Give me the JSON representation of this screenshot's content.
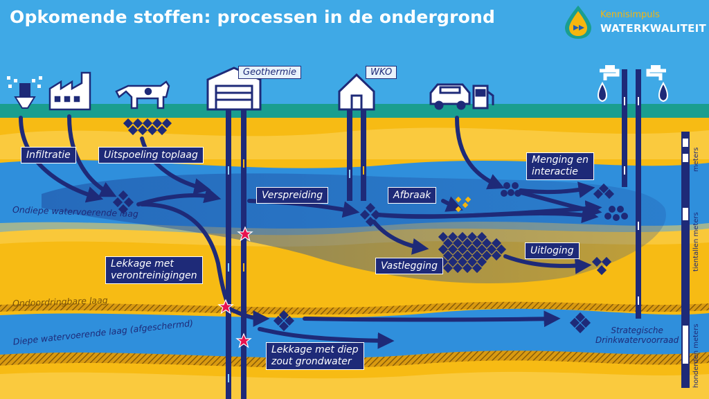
{
  "title": "Opkomende stoffen: processen in de ondergrond",
  "logo": {
    "line1": "Kennisimpuls",
    "line2": "WATERKWALITEIT"
  },
  "sublabels": {
    "geothermie": "Geothermie",
    "wko": "WKO"
  },
  "process_labels": {
    "infiltratie": "Infiltratie",
    "uitspoeling": "Uitspoeling toplaag",
    "verspreiding": "Verspreiding",
    "afbraak": "Afbraak",
    "menging_l1": "Menging en",
    "menging_l2": "interactie",
    "vastlegging": "Vastlegging",
    "uitloging": "Uitloging",
    "lekkage_l1": "Lekkage met",
    "lekkage_l2": "verontreinigingen",
    "lekkage_diep_l1": "Lekkage met diep",
    "lekkage_diep_l2": "zout grondwater"
  },
  "layers": {
    "ondiep": "Ondiepe watervoerende laag",
    "ondoordringbaar": "Ondoordringbare laag",
    "diep": "Diepe watervoerende laag (afgeschermd)",
    "strategisch_l1": "Strategische",
    "strategisch_l2": "Drinkwatervoorraad"
  },
  "scale": {
    "meters": "meters",
    "tientallen": "tientallen meters",
    "honderden": "honderden meters"
  },
  "colors": {
    "navy": "#1e2a78",
    "sky": "#3fa9e6",
    "ground": "#f7bb14",
    "water": "#2f8fdc",
    "red": "#e8124f",
    "teal": "#1a9e8f",
    "yellow": "#f6b60e"
  },
  "icons": [
    "sprinkler-icon",
    "factory-icon",
    "cow-icon",
    "garage-icon",
    "house-icon",
    "car-icon",
    "fuel-pump-icon",
    "tap-icon"
  ]
}
